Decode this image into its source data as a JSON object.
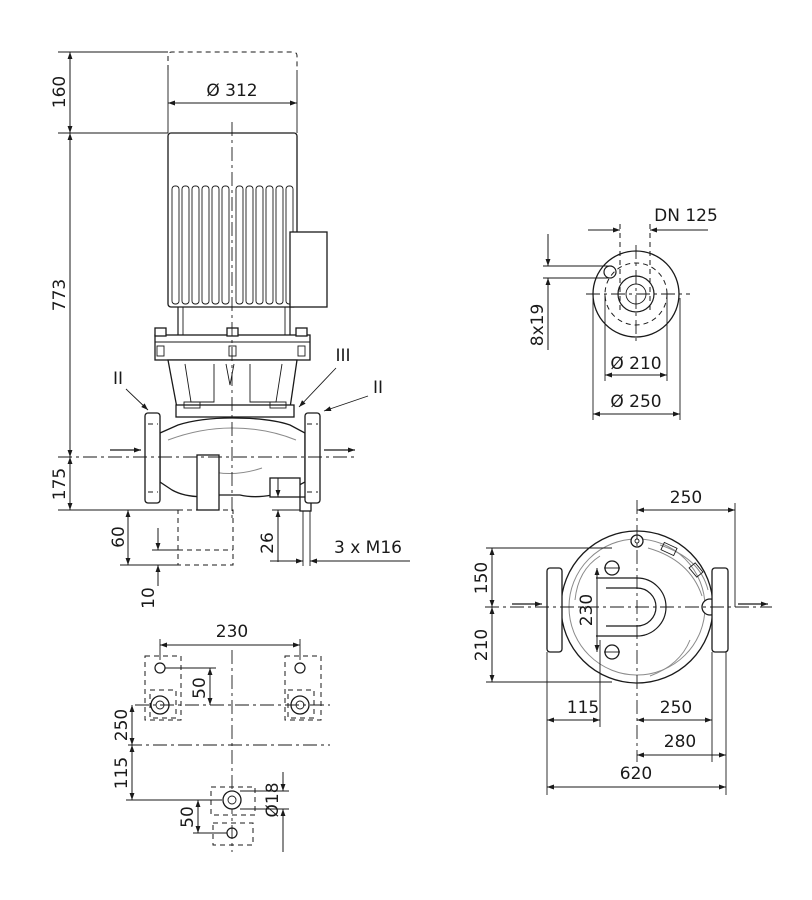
{
  "front_view": {
    "dim_motor_top": "160",
    "dim_motor_diameter": "Ø 312",
    "dim_height": "773",
    "dim_axis_height": "175",
    "dim_base": "60",
    "dim_base_offset": "10",
    "dim_bolt": "26",
    "bolt_spec": "3 x M16",
    "label_left": "II",
    "label_vent": "III",
    "label_right": "II"
  },
  "flange_view": {
    "nominal_diameter": "DN 125",
    "holes": "8x19",
    "bolt_circle": "Ø 210",
    "outer_diameter": "Ø 250"
  },
  "top_view": {
    "dim_250_top": "250",
    "dim_150": "150",
    "dim_230": "230",
    "dim_210": "210",
    "dim_115": "115",
    "dim_250_bottom": "250",
    "dim_280": "280",
    "dim_620": "620"
  },
  "foot_view": {
    "dim_230": "230",
    "dim_50_top": "50",
    "dim_250": "250",
    "dim_115": "115",
    "dim_50_bottom": "50",
    "dim_hole": "Ø18"
  },
  "colors": {
    "line": "#1a1a1a",
    "background": "#ffffff"
  }
}
